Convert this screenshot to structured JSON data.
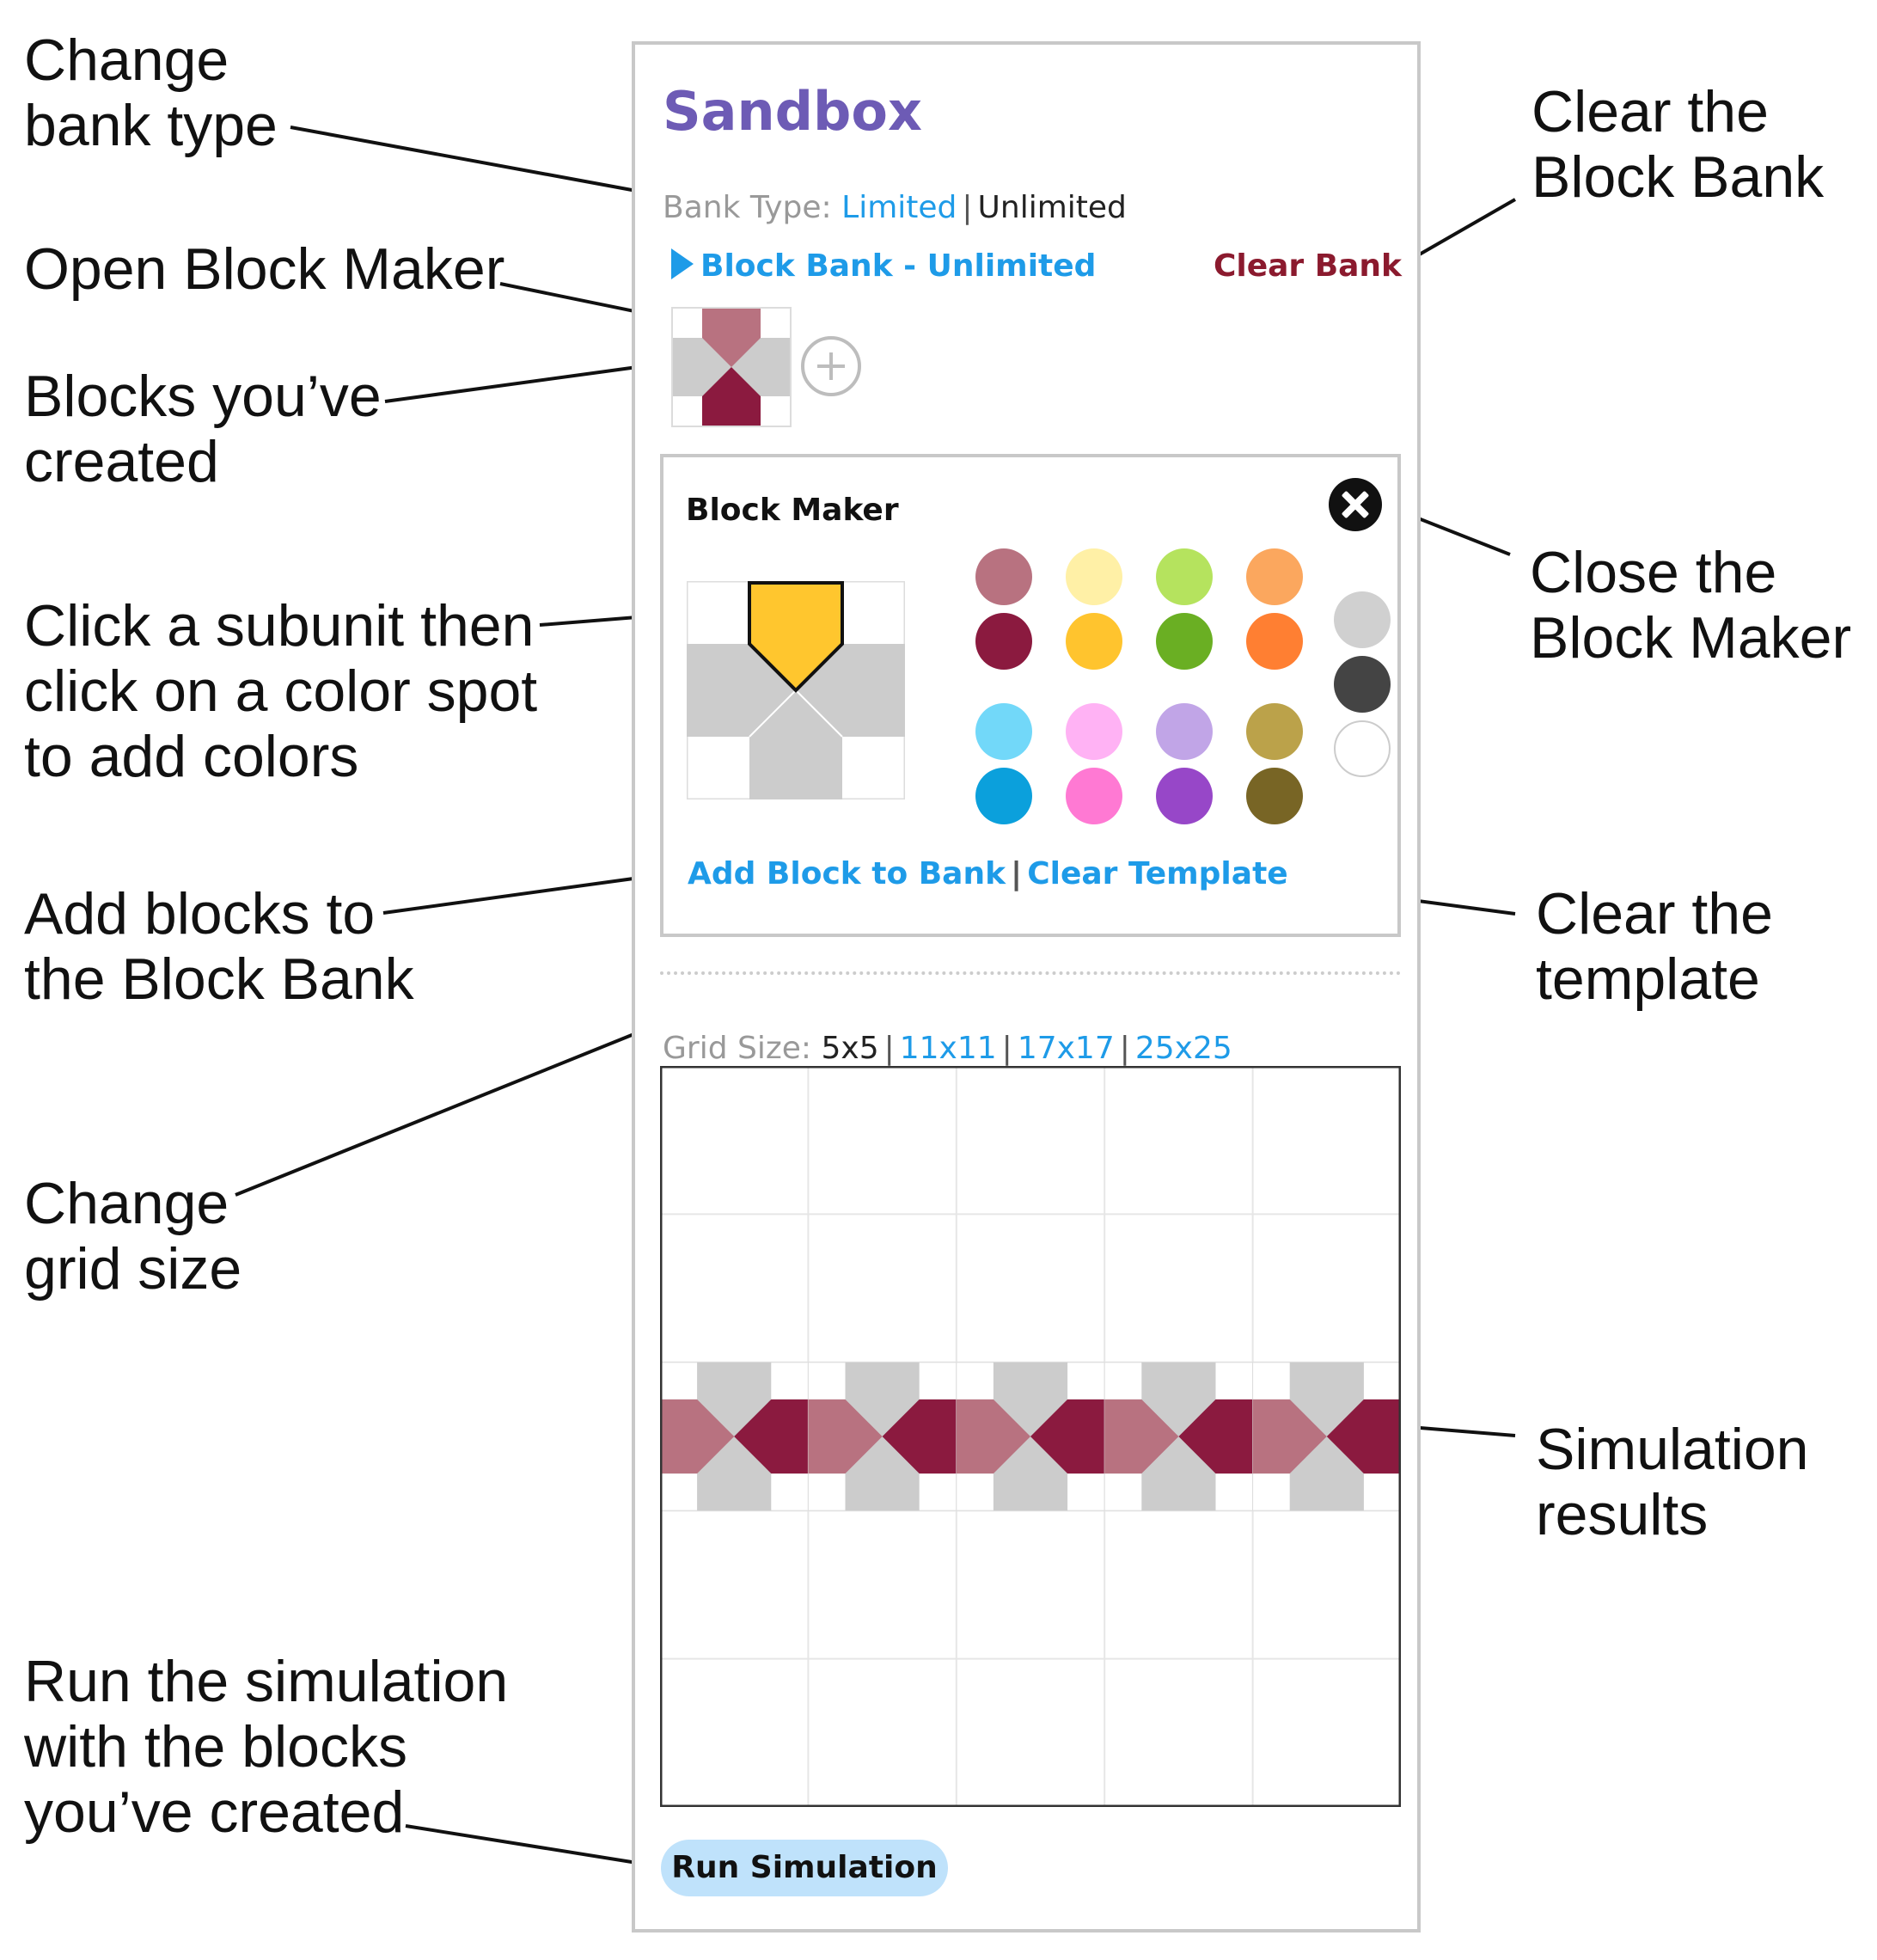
{
  "callouts": {
    "change_bank_type": [
      "Change",
      "bank type"
    ],
    "open_block_maker": [
      "Open Block Maker"
    ],
    "blocks_created": [
      "Blocks you’ve",
      "created"
    ],
    "click_subunit": [
      "Click a subunit then",
      "click on a color spot",
      "to add colors"
    ],
    "add_blocks": [
      "Add blocks to",
      "the Block Bank"
    ],
    "change_grid": [
      "Change",
      "grid size"
    ],
    "run_sim": [
      "Run the simulation",
      "with the blocks",
      "you’ve created"
    ],
    "clear_bank": [
      "Clear the",
      "Block Bank"
    ],
    "close_maker": [
      "Close the",
      "Block Maker"
    ],
    "clear_template": [
      "Clear the",
      "template"
    ],
    "sim_results": [
      "Simulation",
      "results"
    ]
  },
  "panel": {
    "title": "Sandbox",
    "bank_type": {
      "label": "Bank Type:",
      "options": [
        "Limited",
        "Unlimited"
      ],
      "selected": "Unlimited"
    },
    "block_bank": {
      "title": "Block Bank - Unlimited",
      "clear": "Clear Bank"
    },
    "block_maker": {
      "title": "Block Maker",
      "add": "Add Block to Bank",
      "clear": "Clear Template",
      "selected_subunit_color": "#FFC62E"
    },
    "grid_size": {
      "label": "Grid Size:",
      "options": [
        "5x5",
        "11x11",
        "17x17",
        "25x25"
      ],
      "selected": "5x5"
    },
    "run_button": "Run Simulation"
  },
  "palette": {
    "main": [
      "#B87280",
      "#FFF0A6",
      "#B5E35E",
      "#FBA75E",
      "#8B1A3F",
      "#FFC42E",
      "#6AAF23",
      "#FF7F32",
      "#72D8F9",
      "#FFB2F4",
      "#C1A5E7",
      "#BBA24A",
      "#0BA0DC",
      "#FF79D3",
      "#9747C8",
      "#786525"
    ],
    "neutrals": [
      "#D0D0D0",
      "#444444",
      "#FFFFFF"
    ]
  },
  "colors": {
    "accent": "#1E9BE8",
    "title": "#6D5BB5",
    "clear_bank": "#8B1A2E",
    "block_light": "#B87280",
    "block_dark": "#8B1A3F",
    "block_gray": "#CCCCCC"
  },
  "simulation": {
    "grid": 5,
    "filled_row": 3,
    "blocks_in_row": 5
  }
}
